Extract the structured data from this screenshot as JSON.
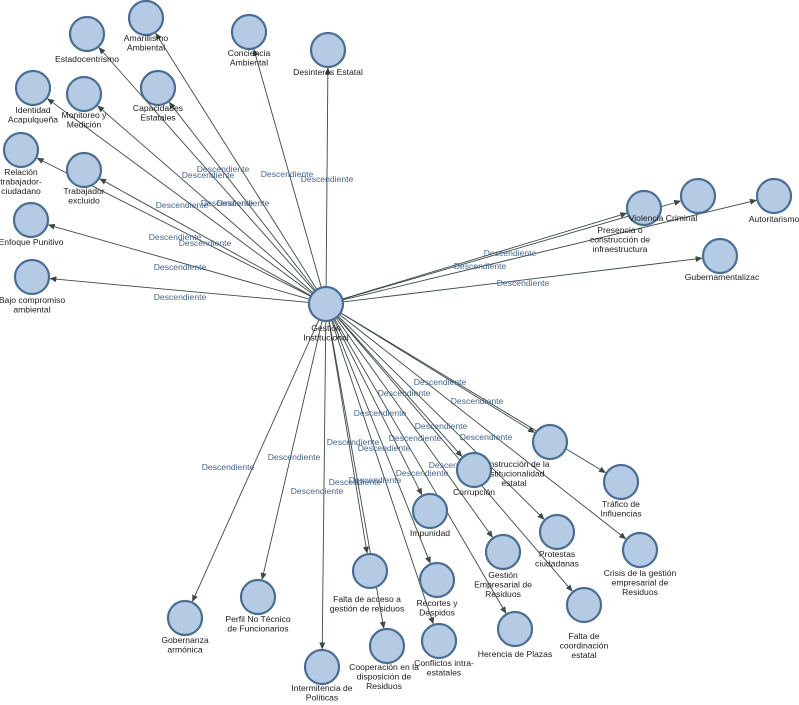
{
  "center": {
    "id": "center",
    "label": [
      "Gestión",
      "Institucional"
    ]
  },
  "edge_label": "Descendiente",
  "nodes": [
    {
      "id": "amarillismo",
      "label": [
        "Amarillismo",
        "Ambiental"
      ]
    },
    {
      "id": "estadocentrismo",
      "label": [
        "Estadocentrismo"
      ]
    },
    {
      "id": "conciencia",
      "label": [
        "Conciencia",
        "Ambiental"
      ]
    },
    {
      "id": "desinteres",
      "label": [
        "Desinterés Estatal"
      ]
    },
    {
      "id": "identidad",
      "label": [
        "Identidad",
        "Acapulqueña"
      ]
    },
    {
      "id": "monitoreo",
      "label": [
        "Monitoreo y",
        "Medición"
      ]
    },
    {
      "id": "capacidades",
      "label": [
        "Capacidades",
        "Estatales"
      ]
    },
    {
      "id": "relacion",
      "label": [
        "Relación",
        "trabajador-",
        "ciudadano"
      ]
    },
    {
      "id": "trabajador",
      "label": [
        "Trabajador",
        "excluido"
      ]
    },
    {
      "id": "enfoque",
      "label": [
        "Enfoque Punitivo"
      ]
    },
    {
      "id": "bajo",
      "label": [
        "Bajo compromiso",
        "ambiental"
      ]
    },
    {
      "id": "presencia",
      "label": [
        "Presencia o",
        "construcción de",
        "infraestructura"
      ]
    },
    {
      "id": "violencia",
      "label": [
        "Violencia Criminal"
      ]
    },
    {
      "id": "autoritarismo",
      "label": [
        "Autoritarismo"
      ]
    },
    {
      "id": "gubernamental",
      "label": [
        "Gubernamentalizac"
      ]
    },
    {
      "id": "construccion",
      "label": [
        "Construcción de la",
        "institucionalidad",
        "estatal"
      ]
    },
    {
      "id": "trafico",
      "label": [
        "Tráfico de",
        "Influencias"
      ]
    },
    {
      "id": "crisis",
      "label": [
        "Crisis de la gestión",
        "empresarial de",
        "Residuos"
      ]
    },
    {
      "id": "corrupcion",
      "label": [
        "Corrupción"
      ]
    },
    {
      "id": "protestas",
      "label": [
        "Protestas",
        "ciudadanas"
      ]
    },
    {
      "id": "gestionemp",
      "label": [
        "Gestión",
        "Empresarial de",
        "Residuos"
      ]
    },
    {
      "id": "falta_coord",
      "label": [
        "Falta de",
        "coordinación",
        "estatal"
      ]
    },
    {
      "id": "impunidad",
      "label": [
        "Impunidad"
      ]
    },
    {
      "id": "herencia",
      "label": [
        "Herencia de Plazas"
      ]
    },
    {
      "id": "recortes",
      "label": [
        "Recortes y",
        "Despidos"
      ]
    },
    {
      "id": "conflictos",
      "label": [
        "Conflictos intra-",
        "estatales"
      ]
    },
    {
      "id": "falta_acceso",
      "label": [
        "Falta de acceso a",
        "gestión de residuos"
      ]
    },
    {
      "id": "cooperacion",
      "label": [
        "Cooperación en la",
        "disposición de",
        "Residuos"
      ]
    },
    {
      "id": "perfil",
      "label": [
        "Perfil No Técnico",
        "de Funcionarios"
      ]
    },
    {
      "id": "gobernanza",
      "label": [
        "Gobernanza",
        "armónica"
      ]
    },
    {
      "id": "intermitencia",
      "label": [
        "Intermitencia de",
        "Políticas"
      ]
    }
  ],
  "edges": [
    {
      "from": "center",
      "to": "amarillismo",
      "label": "Descendiente"
    },
    {
      "from": "center",
      "to": "estadocentrismo",
      "label": "Descendiente"
    },
    {
      "from": "center",
      "to": "conciencia",
      "label": "Descendiente"
    },
    {
      "from": "center",
      "to": "desinteres",
      "label": "Descendiente"
    },
    {
      "from": "center",
      "to": "identidad",
      "label": "Descendiente"
    },
    {
      "from": "center",
      "to": "monitoreo",
      "label": "Descendiente"
    },
    {
      "from": "center",
      "to": "capacidades",
      "label": "Descendiente"
    },
    {
      "from": "center",
      "to": "relacion",
      "label": "Descendiente"
    },
    {
      "from": "center",
      "to": "trabajador",
      "label": "Descendiente"
    },
    {
      "from": "center",
      "to": "enfoque",
      "label": "Descendiente"
    },
    {
      "from": "center",
      "to": "bajo",
      "label": "Descendiente"
    },
    {
      "from": "center",
      "to": "presencia",
      "label": "Descendiente"
    },
    {
      "from": "center",
      "to": "violencia",
      "label": "Descendiente"
    },
    {
      "from": "center",
      "to": "autoritarismo",
      "label": ""
    },
    {
      "from": "center",
      "to": "gubernamental",
      "label": "Descendiente"
    },
    {
      "from": "center",
      "to": "construccion",
      "label": "Descendiente"
    },
    {
      "from": "center",
      "to": "trafico",
      "label": "Descendiente"
    },
    {
      "from": "center",
      "to": "crisis",
      "label": "Descendiente"
    },
    {
      "from": "center",
      "to": "corrupcion",
      "label": "Descendiente"
    },
    {
      "from": "center",
      "to": "protestas",
      "label": "Descendiente"
    },
    {
      "from": "center",
      "to": "gestionemp",
      "label": "Descendiente"
    },
    {
      "from": "center",
      "to": "falta_coord",
      "label": "Descendiente"
    },
    {
      "from": "center",
      "to": "impunidad",
      "label": "Descendiente"
    },
    {
      "from": "center",
      "to": "herencia",
      "label": "Descendiente"
    },
    {
      "from": "center",
      "to": "recortes",
      "label": "Descendiente"
    },
    {
      "from": "center",
      "to": "conflictos",
      "label": "Descendiente"
    },
    {
      "from": "center",
      "to": "falta_acceso",
      "label": "Descendiente"
    },
    {
      "from": "center",
      "to": "cooperacion",
      "label": "Descendiente"
    },
    {
      "from": "center",
      "to": "perfil",
      "label": "Descendiente"
    },
    {
      "from": "center",
      "to": "gobernanza",
      "label": "Descendiente"
    },
    {
      "from": "center",
      "to": "intermitencia",
      "label": "Descendiente"
    }
  ],
  "colors": {
    "node_fill": "#b4cbe3",
    "node_stroke": "#4a6d95",
    "edge": "#3b4a47",
    "edge_label": "#43648f",
    "node_text": "#1c1c1c"
  }
}
